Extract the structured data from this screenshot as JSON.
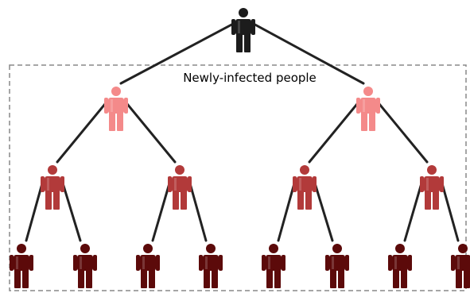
{
  "diagram": {
    "label": "Newly-infected people",
    "levels": [
      {
        "count": 1,
        "color": "#1c1c1c"
      },
      {
        "count": 2,
        "color": "#f48a8a"
      },
      {
        "count": 4,
        "color": "#b23a3a"
      },
      {
        "count": 8,
        "color": "#5c0a0a"
      }
    ],
    "edge_color": "#222222",
    "box_border_color": "#888888"
  }
}
